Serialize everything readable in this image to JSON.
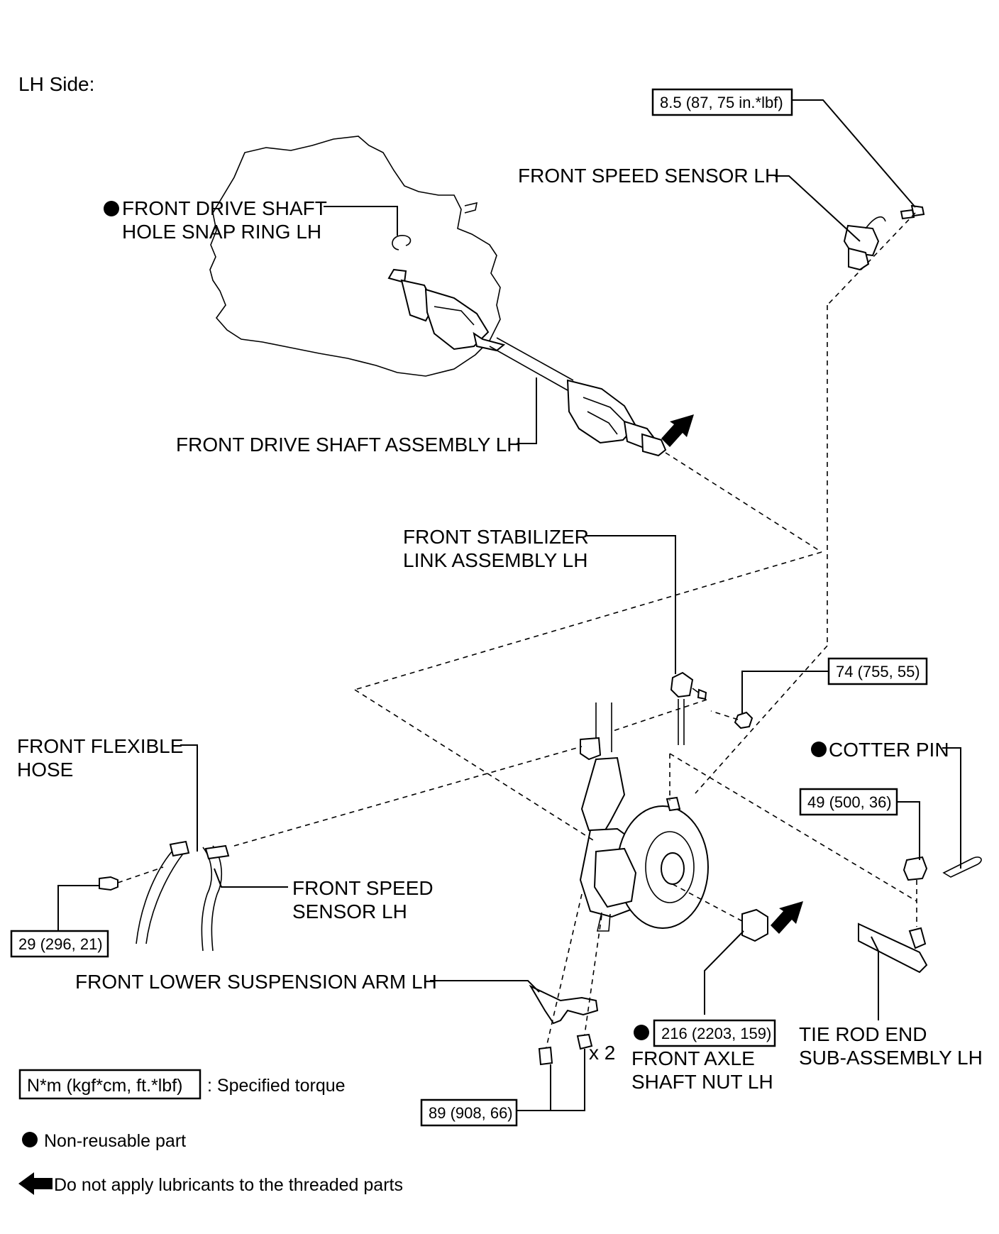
{
  "title": "LH Side:",
  "labels": {
    "front_drive_shaft_hole_snap_ring": [
      "FRONT DRIVE SHAFT",
      "HOLE SNAP RING LH"
    ],
    "front_speed_sensor_top": "FRONT SPEED SENSOR LH",
    "front_drive_shaft_assembly": "FRONT DRIVE SHAFT ASSEMBLY LH",
    "front_stabilizer_link": [
      "FRONT STABILIZER",
      "LINK ASSEMBLY LH"
    ],
    "front_flexible_hose": [
      "FRONT FLEXIBLE",
      "HOSE"
    ],
    "front_speed_sensor_lower": [
      "FRONT SPEED",
      "SENSOR LH"
    ],
    "cotter_pin": "COTTER PIN",
    "front_lower_suspension_arm": "FRONT LOWER SUSPENSION ARM LH",
    "front_axle_shaft_nut": [
      "FRONT AXLE",
      "SHAFT NUT LH"
    ],
    "tie_rod_end": [
      "TIE ROD END",
      "SUB-ASSEMBLY LH"
    ],
    "quantity": "x 2"
  },
  "torques": {
    "speed_sensor_bolt": "8.5 (87, 75 in.*lbf)",
    "tie_rod_nut_upper": "74 (755, 55)",
    "tie_rod_nut": "49 (500, 36)",
    "flexible_hose_bolt": "29 (296, 21)",
    "axle_nut": "216 (2203, 159)",
    "lower_arm_bolts": "89 (908, 66)"
  },
  "legend": {
    "torque_key": "N*m (kgf*cm, ft.*lbf)",
    "torque_desc": ": Specified torque",
    "non_reusable": "Non-reusable part",
    "no_lubricant": "Do not apply lubricants to the threaded parts"
  }
}
